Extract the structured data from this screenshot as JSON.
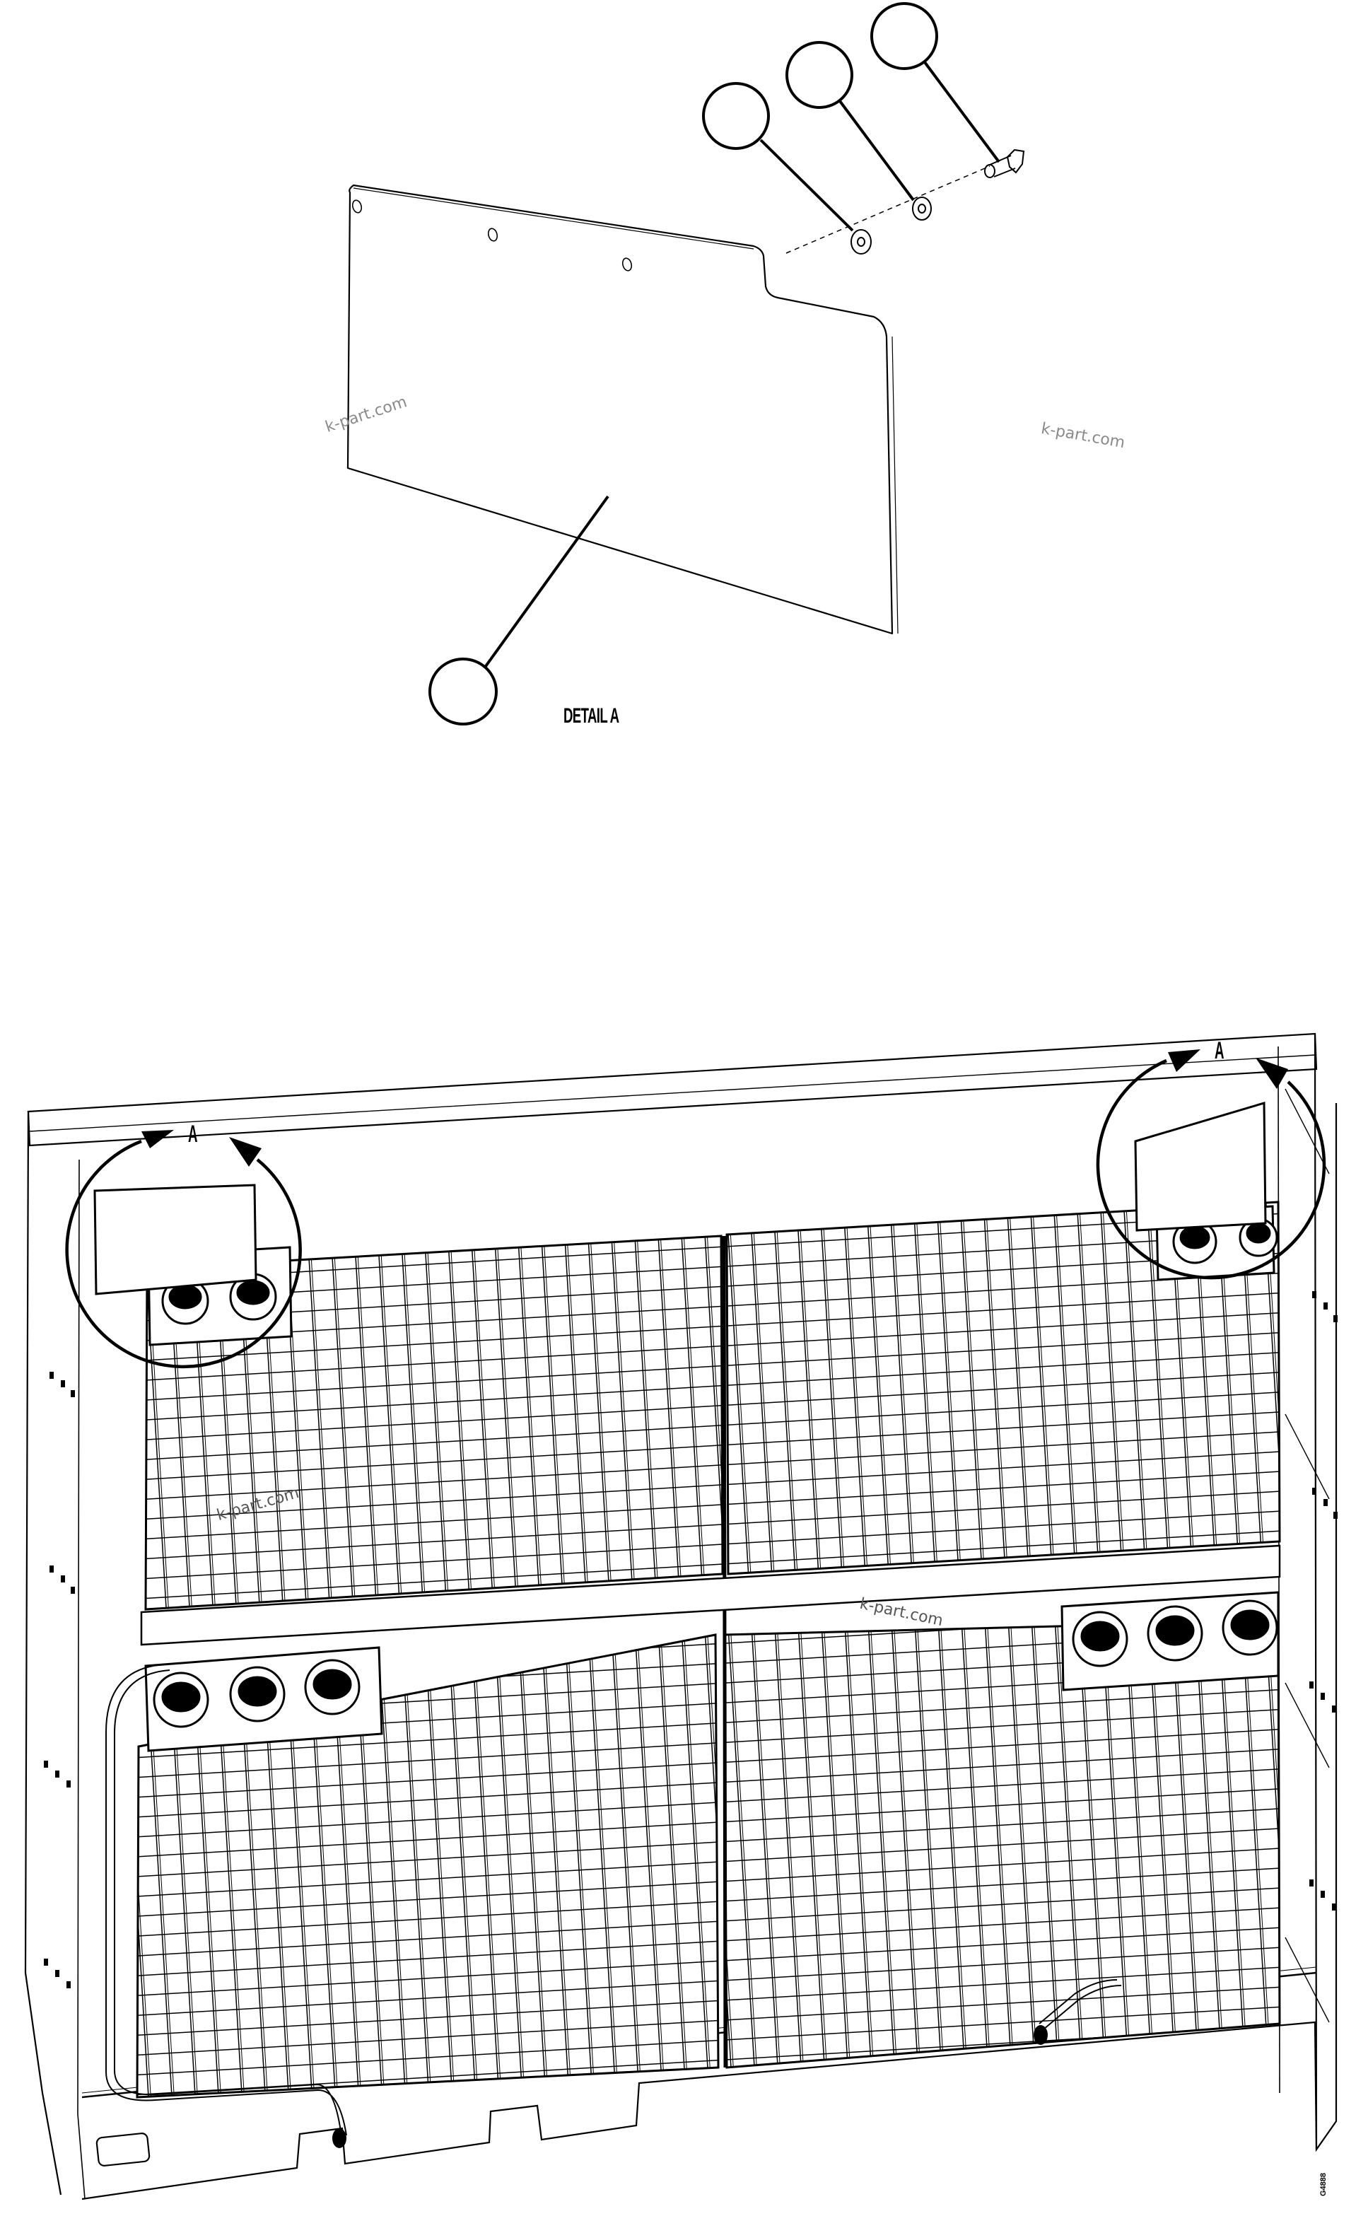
{
  "diagram": {
    "type": "exploded-parts-illustration",
    "detail_view": {
      "title": "DETAIL A",
      "callouts": [
        {
          "id": "callout-panel",
          "label": "",
          "part": "cover panel"
        },
        {
          "id": "callout-washer-large",
          "label": "",
          "part": "flat washer"
        },
        {
          "id": "callout-washer-small",
          "label": "",
          "part": "lock washer"
        },
        {
          "id": "callout-bolt",
          "label": "",
          "part": "hex bolt"
        }
      ]
    },
    "assembly_view": {
      "view_markers": [
        {
          "id": "view-a-left",
          "label": "A"
        },
        {
          "id": "view-a-right",
          "label": "A"
        }
      ],
      "components": [
        "radiator grille panels (4)",
        "fan modules",
        "wire harness",
        "connectors",
        "side frames",
        "base plate"
      ]
    },
    "watermarks": [
      "k-part.com",
      "k-part.com",
      "k-part.com",
      "k-part.com"
    ],
    "illustration_id": "G4888"
  },
  "colors": {
    "line": "#000000",
    "background": "#ffffff",
    "watermark": "#8a8a8a"
  }
}
